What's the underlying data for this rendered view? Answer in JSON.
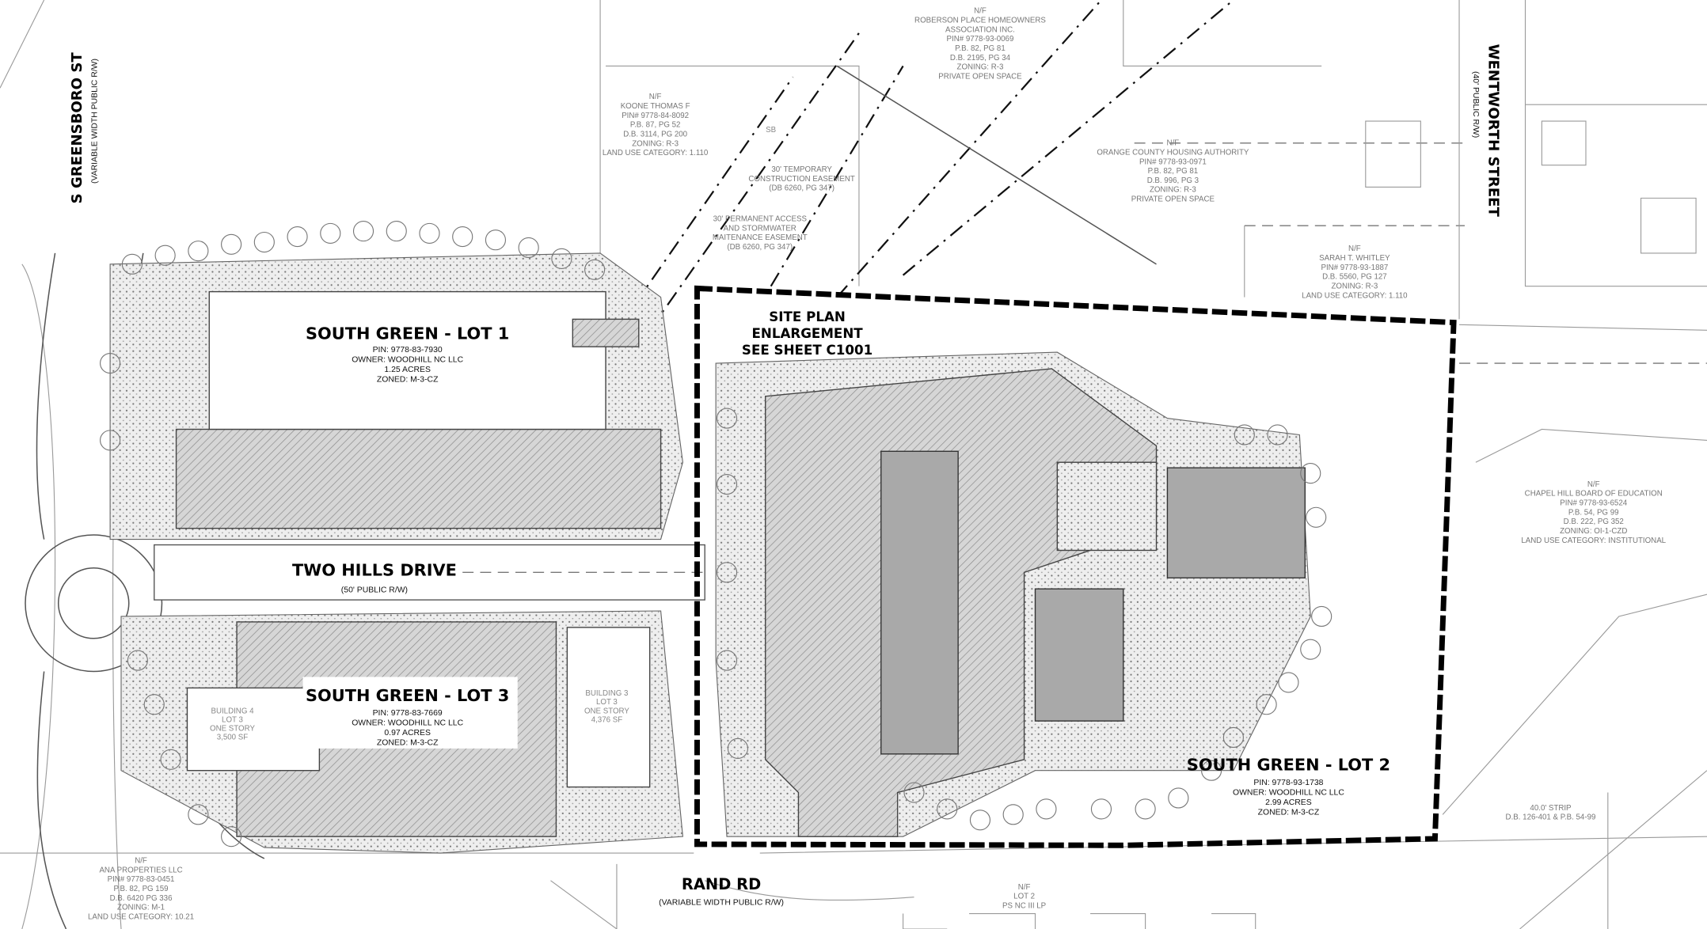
{
  "streets": {
    "greensboro": {
      "name": "S GREENSBORO ST",
      "sub": "(VARIABLE WIDTH PUBLIC R/W)"
    },
    "wentworth": {
      "name": "WENTWORTH STREET",
      "sub": "(40' PUBLIC R/W)"
    },
    "two_hills": {
      "name": "TWO HILLS DRIVE",
      "sub": "(50' PUBLIC R/W)"
    },
    "rand": {
      "name": "RAND RD",
      "sub": "(VARIABLE WIDTH PUBLIC R/W)"
    }
  },
  "lots": {
    "lot1": {
      "title": "SOUTH GREEN - LOT 1",
      "pin": "PIN: 9778-83-7930",
      "owner": "OWNER: WOODHILL NC LLC",
      "acres": "1.25 ACRES",
      "zoned": "ZONED: M-3-CZ"
    },
    "lot2": {
      "title": "SOUTH GREEN - LOT 2",
      "pin": "PIN: 9778-93-1738",
      "owner": "OWNER: WOODHILL NC LLC",
      "acres": "2.99 ACRES",
      "zoned": "ZONED: M-3-CZ"
    },
    "lot3": {
      "title": "SOUTH GREEN - LOT 3",
      "pin": "PIN: 9778-83-7669",
      "owner": "OWNER: WOODHILL NC LLC",
      "acres": "0.97 ACRES",
      "zoned": "ZONED: M-3-CZ"
    }
  },
  "enlargement": {
    "line1": "SITE PLAN",
    "line2": "ENLARGEMENT",
    "line3": "SEE SHEET C1001"
  },
  "buildings": {
    "b4": [
      "BUILDING 4",
      "LOT 3",
      "ONE STORY",
      "3,500 SF"
    ],
    "b3": [
      "BUILDING 3",
      "LOT 3",
      "ONE STORY",
      "4,376 SF"
    ]
  },
  "parcels": {
    "roberson": [
      "N/F",
      "ROBERSON PLACE HOMEOWNERS",
      "ASSOCIATION INC.",
      "PIN# 9778-93-0069",
      "P.B. 82, PG 81",
      "D.B. 2195, PG 34",
      "ZONING: R-3",
      "PRIVATE OPEN SPACE"
    ],
    "koone": [
      "N/F",
      "KOONE THOMAS F",
      "PIN# 9778-84-8092",
      "P.B. 87, PG 52",
      "D.B. 3114, PG 200",
      "ZONING: R-3",
      "LAND USE CATEGORY: 1.110"
    ],
    "orange": [
      "N/F",
      "ORANGE COUNTY HOUSING AUTHORITY",
      "PIN# 9778-93-0971",
      "P.B. 82, PG 81",
      "D.B. 996, PG 3",
      "ZONING: R-3",
      "PRIVATE OPEN SPACE"
    ],
    "whitley": [
      "N/F",
      "SARAH T. WHITLEY",
      "PIN# 9778-93-1887",
      "D.B. 5560, PG 127",
      "ZONING: R-3",
      "LAND USE CATEGORY: 1.110"
    ],
    "chapel": [
      "N/F",
      "CHAPEL HILL BOARD OF EDUCATION",
      "PIN# 9778-93-6524",
      "P.B. 54, PG 99",
      "D.B. 222, PG 352",
      "ZONING: OI-1-CZD",
      "LAND USE CATEGORY: INSTITUTIONAL"
    ],
    "ana": [
      "N/F",
      "ANA PROPERTIES LLC",
      "PIN# 9778-83-0451",
      "P.B. 82, PG 159",
      "D.B. 6420 PG 336",
      "ZONING: M-1",
      "LAND USE CATEGORY: 10.21"
    ],
    "ps": [
      "N/F",
      "LOT 2",
      "PS NC III LP"
    ],
    "strip": [
      "40.0' STRIP",
      "D.B. 126-401  & P.B. 54-99"
    ]
  },
  "easements": {
    "temporary": [
      "30' TEMPORARY",
      "CONSTRUCTION EASEMENT",
      "(DB 6260, PG 347)"
    ],
    "permanent": [
      "30' PERMANENT ACCESS",
      "AND STORMWATER",
      "MAITENANCE EASEMENT",
      "(DB 6260, PG 347)"
    ]
  },
  "sewer_label": "SB"
}
